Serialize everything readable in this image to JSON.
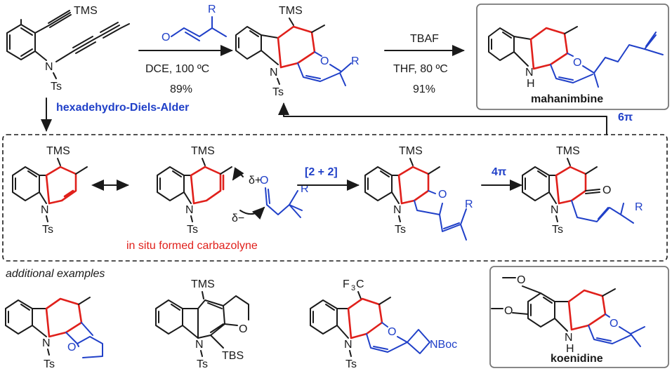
{
  "reaction_top": {
    "reagent_label": "R",
    "conditions_1": [
      "DCE, 100 ºC",
      "89%"
    ],
    "conditions_2": [
      "TBAF",
      "THF, 80 ºC",
      "91%"
    ],
    "hdda_label": "hexadehydro-Diels-Alder",
    "sixpi_label": "6π"
  },
  "atoms": {
    "tms": "TMS",
    "ts": "Ts",
    "n": "N",
    "nh": "H",
    "o": "O",
    "r": "R",
    "tbs": "TBS",
    "cf3": "F",
    "cf3_sub": "3",
    "cf3_c": "C",
    "nboc": "NBoc"
  },
  "products": {
    "mahanimbine": "mahanimbine",
    "koenidine": "koenidine"
  },
  "mechanism": {
    "step_22": "[2 + 2]",
    "step_4pi": "4π",
    "delta_plus": "δ+",
    "delta_minus": "δ−",
    "carbazolyne_label": "in situ formed carbazolyne"
  },
  "additional_label": "additional examples",
  "colors": {
    "red": "#e0201b",
    "blue": "#2040c8",
    "black": "#1a1a1a",
    "box": "#777777"
  }
}
